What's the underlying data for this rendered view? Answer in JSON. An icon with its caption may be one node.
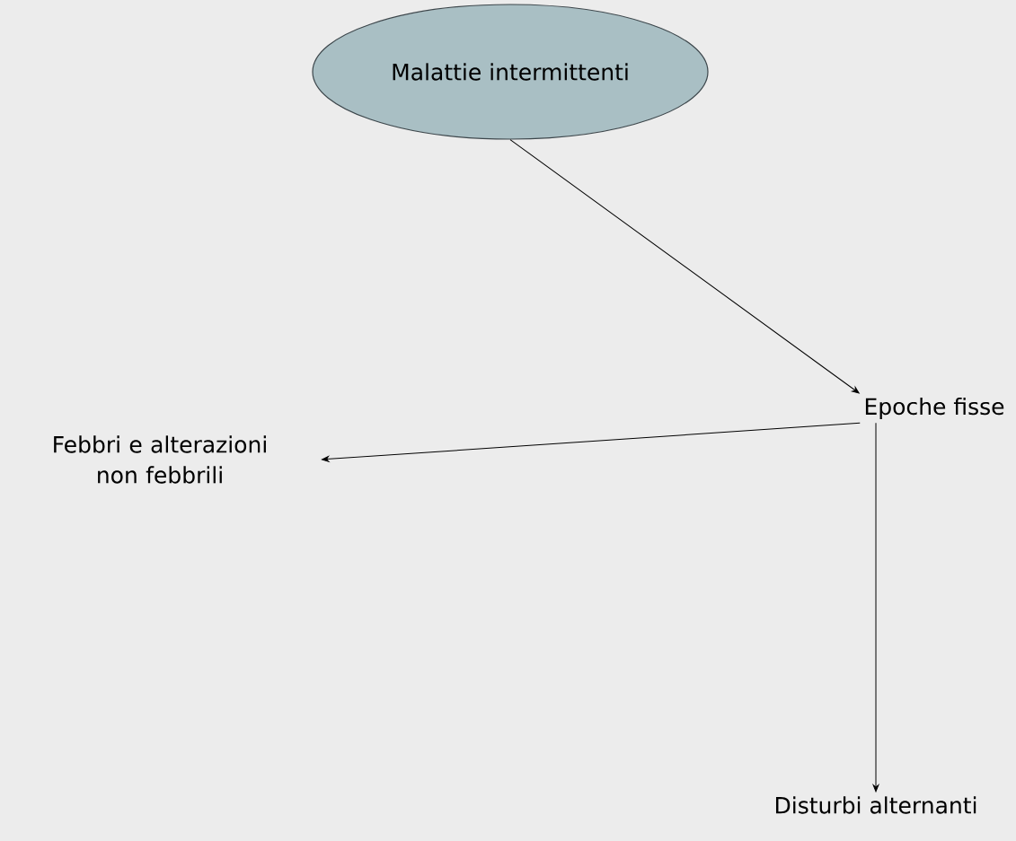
{
  "diagram": {
    "nodes": [
      {
        "text": [
          "Malattie intermittenti"
        ]
      },
      {
        "text": [
          "Epoche fisse"
        ]
      },
      {
        "text": [
          "Febbri e alterazioni non febbrili"
        ]
      },
      {
        "text": [
          "Disturbi alternanti"
        ]
      }
    ],
    "edges": [
      {
        "from": 0,
        "to": 1,
        "arrow": "to"
      },
      {
        "from": 1,
        "to": 2,
        "arrow": "to"
      },
      {
        "from": 1,
        "to": 3,
        "arrow": "to"
      }
    ]
  }
}
